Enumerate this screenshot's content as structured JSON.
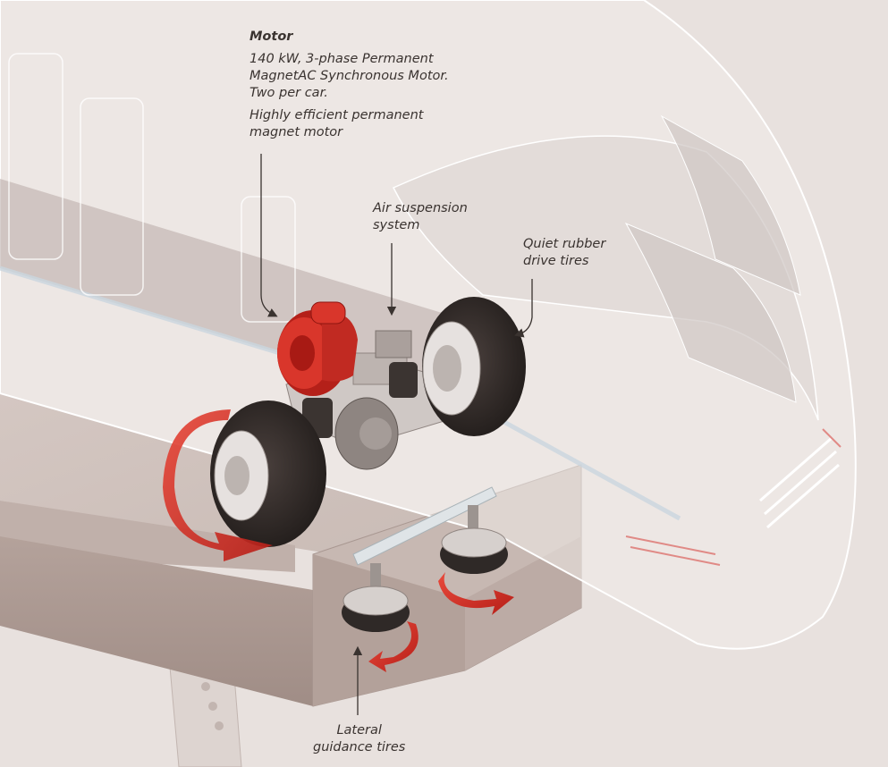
{
  "labels": {
    "motor": {
      "title": "Motor",
      "spec_lines": [
        "140 kW, 3-phase Permanent",
        "MagnetAC Synchronous Motor.",
        "Two per car."
      ],
      "note_lines": [
        "Highly efficient permanent",
        "magnet motor"
      ]
    },
    "air_suspension": {
      "lines": [
        "Air suspension",
        "system"
      ]
    },
    "drive_tires": {
      "lines": [
        "Quiet rubber",
        "drive tires"
      ]
    },
    "guidance_tires": {
      "lines": [
        "Lateral",
        "guidance tires"
      ]
    }
  },
  "colors": {
    "background": "#e8e1de",
    "accent_red": "#d2322a",
    "tire": "#2f2927",
    "beam": "#b9a7a0",
    "text": "#3a3330"
  }
}
